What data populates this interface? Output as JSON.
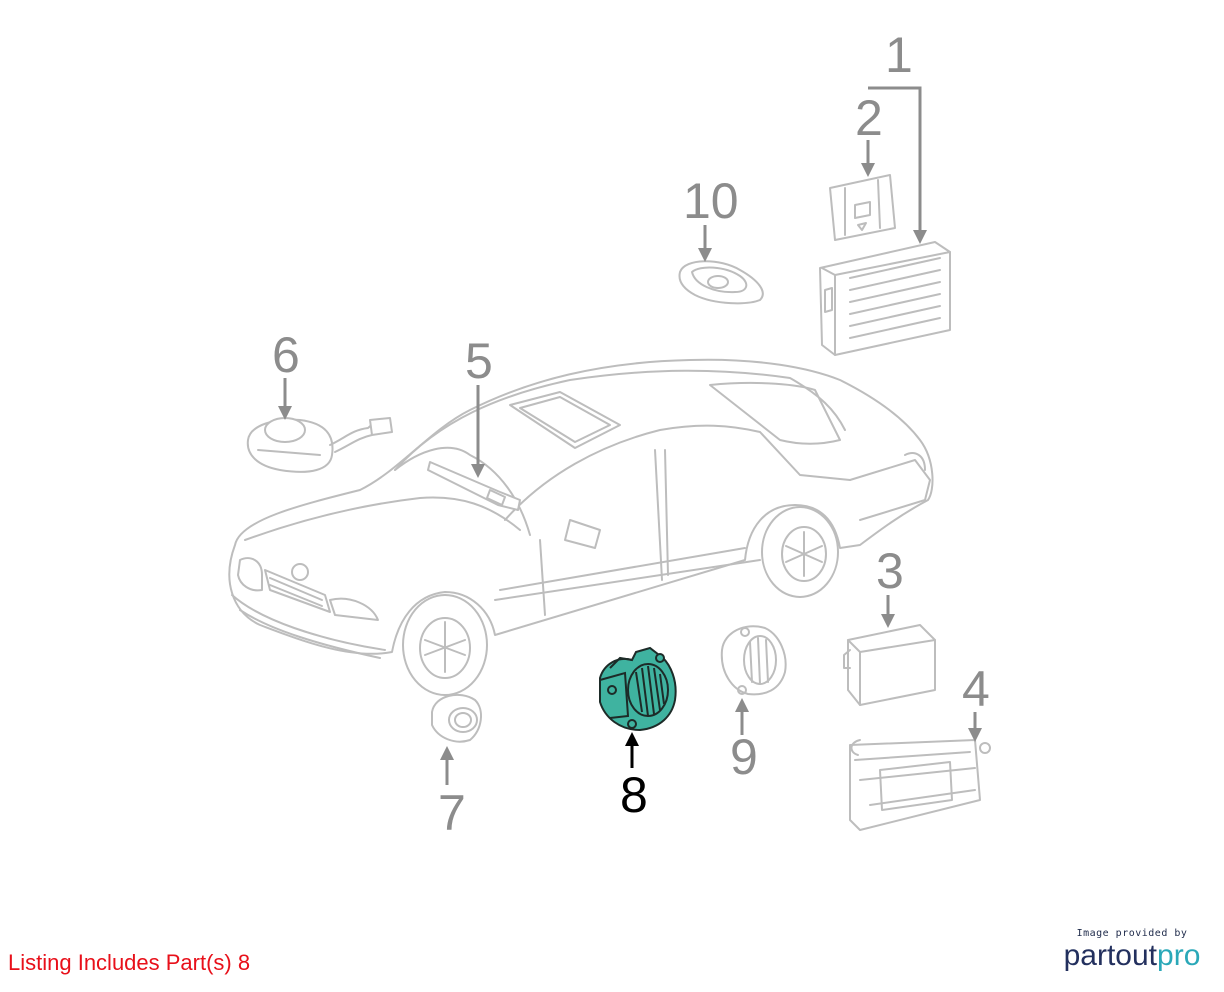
{
  "callouts": [
    {
      "number": "1",
      "active": false
    },
    {
      "number": "2",
      "active": false
    },
    {
      "number": "3",
      "active": false
    },
    {
      "number": "4",
      "active": false
    },
    {
      "number": "5",
      "active": false
    },
    {
      "number": "6",
      "active": false
    },
    {
      "number": "7",
      "active": false
    },
    {
      "number": "8",
      "active": true
    },
    {
      "number": "9",
      "active": false
    },
    {
      "number": "10",
      "active": false
    }
  ],
  "listing_text": "Listing Includes Part(s) 8",
  "credit": {
    "caption": "Image provided by",
    "brand_part1": "partout",
    "brand_part2": "pro"
  },
  "colors": {
    "highlight_part": "#3fb3a0",
    "listing_text": "#e8101a",
    "callout_gray": "#8c8c8c",
    "brand_dark": "#23305e",
    "brand_teal": "#2aa8b8"
  }
}
